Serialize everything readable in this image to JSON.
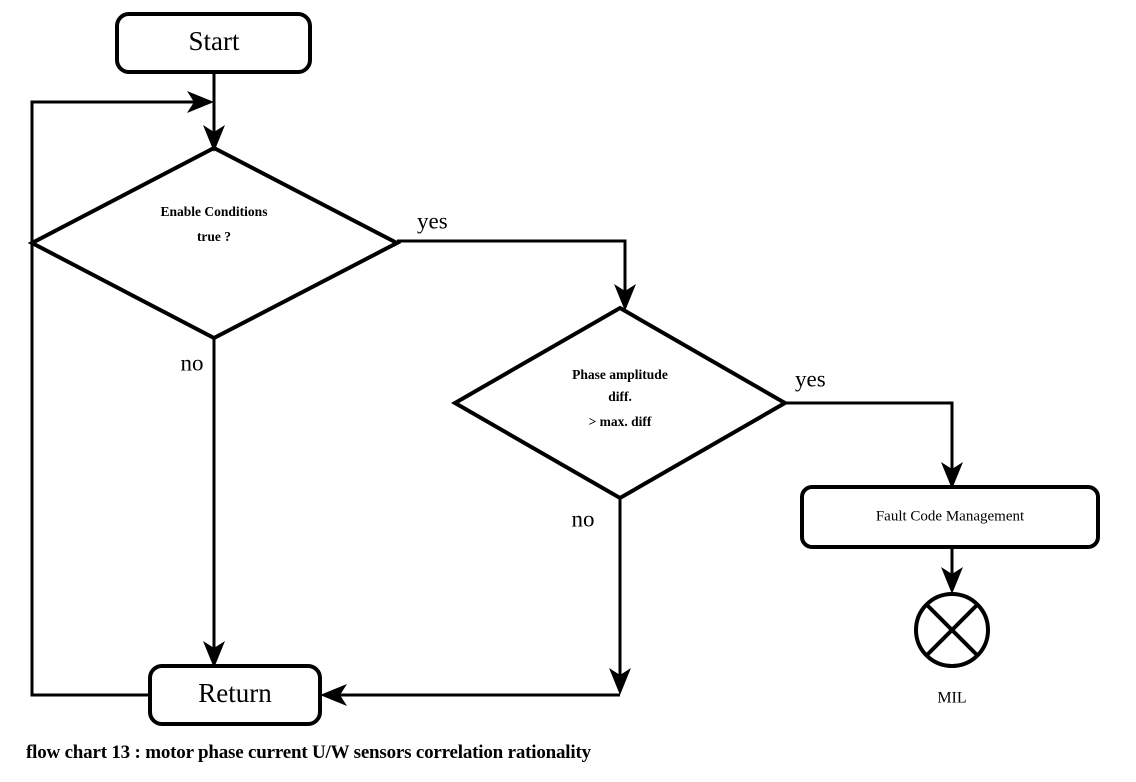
{
  "diagram": {
    "caption": "flow chart 13 : motor phase current U/W sensors correlation rationality",
    "stroke_color": "#000000",
    "background_color": "#ffffff",
    "nodes": {
      "start": {
        "label": "Start",
        "shape": "rounded-rectangle"
      },
      "decision_enable": {
        "line1": "Enable Conditions",
        "line2": "true ?",
        "shape": "diamond"
      },
      "decision_phase": {
        "line1": "Phase amplitude",
        "line2": "diff.",
        "line3": "> max. diff",
        "shape": "diamond"
      },
      "fault_code_management": {
        "label": "Fault Code Management",
        "shape": "rounded-rectangle"
      },
      "mil": {
        "label": "MIL",
        "shape": "circle-with-x"
      },
      "return": {
        "label": "Return",
        "shape": "rounded-rectangle"
      }
    },
    "branch_labels": {
      "enable_yes": "yes",
      "enable_no": "no",
      "phase_yes": "yes",
      "phase_no": "no"
    }
  }
}
